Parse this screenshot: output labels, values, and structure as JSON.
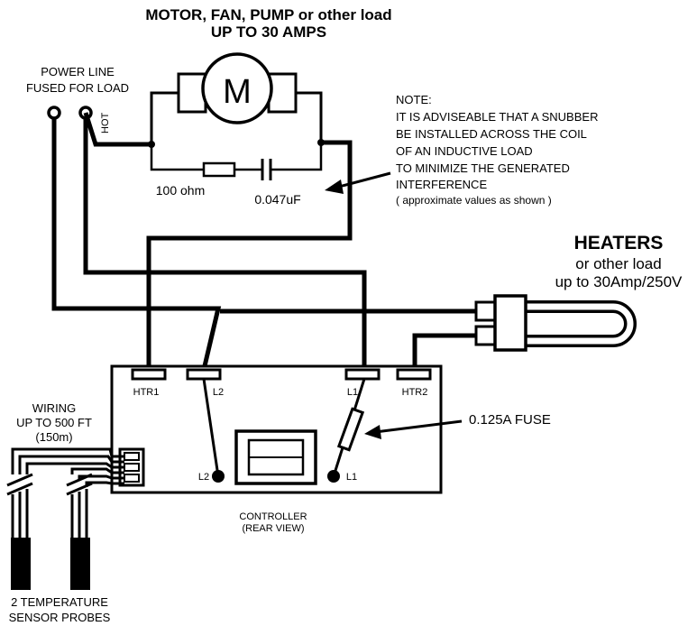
{
  "title": {
    "line1": "MOTOR, FAN, PUMP or other load",
    "line2": "UP TO 30 AMPS"
  },
  "power_line": {
    "line1": "POWER LINE",
    "line2": "FUSED FOR LOAD",
    "hot": "HOT"
  },
  "motor_symbol": "M",
  "snubber": {
    "resistor": "100 ohm",
    "capacitor": "0.047uF"
  },
  "note": {
    "line1": "NOTE:",
    "line2": "IT IS ADVISEABLE THAT A SNUBBER",
    "line3": "BE INSTALLED ACROSS THE COIL",
    "line4": "OF AN INDUCTIVE LOAD",
    "line5": "TO MINIMIZE THE GENERATED",
    "line6": "INTERFERENCE",
    "line7": "( approximate values as shown )"
  },
  "heaters": {
    "title": "HEATERS",
    "line2": "or other load",
    "line3": "up to 30Amp/250V"
  },
  "terminals": {
    "htr1": "HTR1",
    "l2": "L2",
    "l1": "L1",
    "htr2": "HTR2",
    "l2_post": "L2",
    "l1_post": "L1"
  },
  "fuse_label": "0.125A FUSE",
  "wiring": {
    "line1": "WIRING",
    "line2": "UP TO 500 FT",
    "line3": "(150m)"
  },
  "controller": {
    "line1": "CONTROLLER",
    "line2": "(REAR VIEW)"
  },
  "probes": {
    "line1": "2 TEMPERATURE",
    "line2": "SENSOR PROBES"
  }
}
